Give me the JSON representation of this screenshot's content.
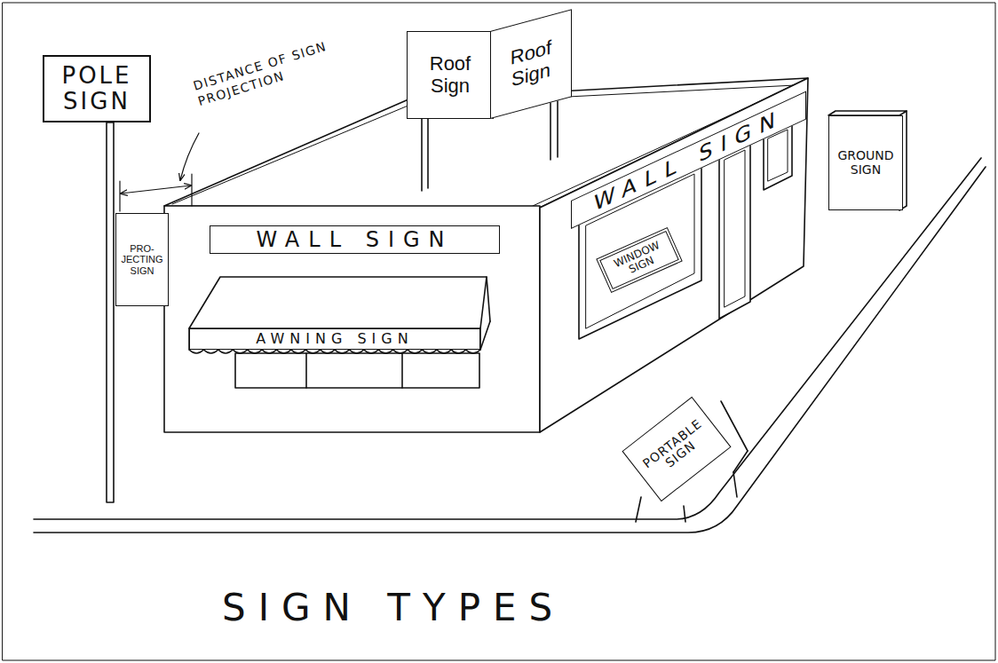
{
  "diagram": {
    "title": "SIGN TYPES",
    "nodes": [
      {
        "text": [
          "POLE SIGN"
        ]
      },
      {
        "text": [
          "Roof Sign"
        ]
      },
      {
        "text": [
          "Roof Sign"
        ]
      },
      {
        "text": [
          "PRO- JECTING SIGN"
        ]
      },
      {
        "text": [
          "WALL SIGN"
        ]
      },
      {
        "text": [
          "WALL SIGN"
        ]
      },
      {
        "text": [
          "WINDOW SIGN"
        ]
      },
      {
        "text": [
          "GROUND SIGN"
        ]
      },
      {
        "text": [
          "AWNING SIGN"
        ]
      },
      {
        "text": [
          "PORTABLE SIGN"
        ]
      }
    ],
    "labels": [
      "DISTANCE OF SIGN PROJECTION"
    ]
  }
}
